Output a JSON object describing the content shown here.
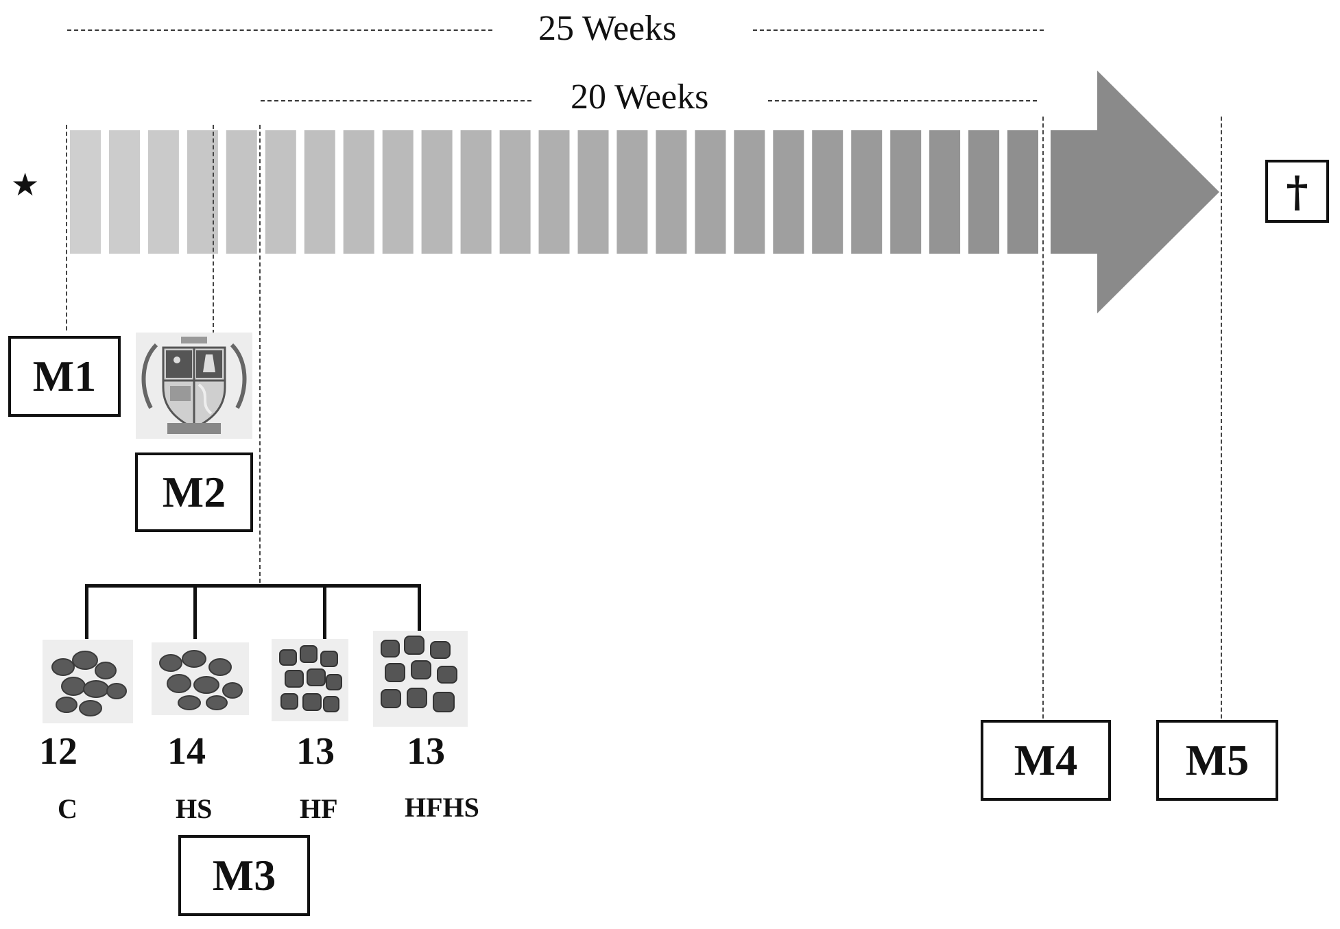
{
  "diagram": {
    "top_span_label": "25 Weeks",
    "inner_span_label": "20 Weeks",
    "start_marker": "★",
    "end_marker": "†",
    "milestones": {
      "m1": "M1",
      "m2": "M2",
      "m3": "M3",
      "m4": "M4",
      "m5": "M5"
    },
    "groups": [
      {
        "n": "12",
        "label": "C"
      },
      {
        "n": "14",
        "label": "HS"
      },
      {
        "n": "13",
        "label": "HF"
      },
      {
        "n": "13",
        "label": "HFHS"
      }
    ],
    "crest_icon": "university-crest-icon",
    "pellet_icon": "food-pellets-image",
    "week_blocks": 25,
    "colors": {
      "block_light": "#cfcfcf",
      "block_dark": "#8f8f8f",
      "arrow": "#8a8a8a"
    }
  }
}
